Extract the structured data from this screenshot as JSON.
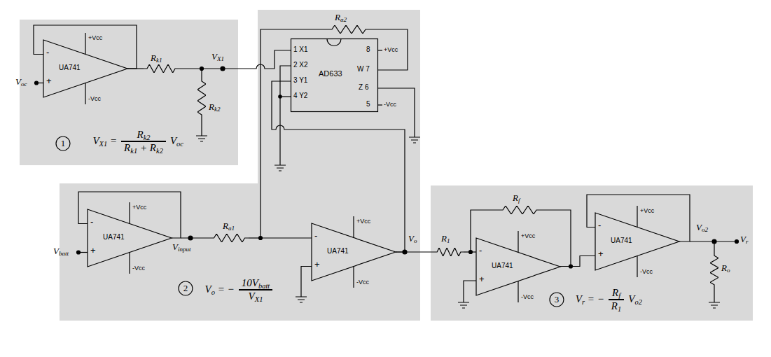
{
  "diagram": {
    "nodes": [
      {
        "text": [
          "VX1 =",
          "Rk2",
          "Rk1 + Rk2",
          "Voc"
        ]
      },
      {
        "text": [
          "1"
        ],
        "in": 0
      },
      {
        "text": [
          "-",
          "+",
          "+Vcc",
          "-Vcc",
          "UA741"
        ],
        "in": 0
      },
      {
        "text": [
          "Vo = −",
          "10Vbatt",
          "VX1"
        ]
      },
      {
        "text": [
          "1 X1",
          "2 X2",
          "3 Y1",
          "4 Y2",
          "8",
          "W 7",
          "Z 6",
          "5",
          "AD633"
        ],
        "in": 3
      },
      {
        "text": [
          "2"
        ],
        "in": 3
      },
      {
        "text": [
          "-",
          "+",
          "+Vcc",
          "-Vcc",
          "UA741"
        ],
        "in": 3
      },
      {
        "text": [
          "-",
          "+",
          "+Vcc",
          "-Vcc",
          "UA741"
        ],
        "in": 3
      },
      {
        "text": [
          "Vr = −",
          "Rf",
          "R1",
          "Vo2"
        ]
      },
      {
        "text": [
          "3"
        ],
        "in": 8
      },
      {
        "text": [
          "-",
          "+",
          "+Vcc",
          "-Vcc",
          "UA741"
        ],
        "in": 8
      },
      {
        "text": [
          "-",
          "+",
          "+Vcc",
          "-Vcc",
          "UA741"
        ],
        "in": 8
      }
    ],
    "edges": [
      {
        "from": 7,
        "to": 4,
        "arrow": "none"
      },
      {
        "from": 10,
        "to": 11,
        "arrow": "none"
      }
    ],
    "labels": [
      "Voc",
      "Rk1",
      "VX1",
      "Rk2",
      "Ra2",
      "+Vcc",
      "-Vcc",
      "Vbatt",
      "Vinput",
      "Ra1",
      "Vo",
      "R1",
      "Rf",
      "Vo2",
      "Vr",
      "Ro"
    ]
  }
}
